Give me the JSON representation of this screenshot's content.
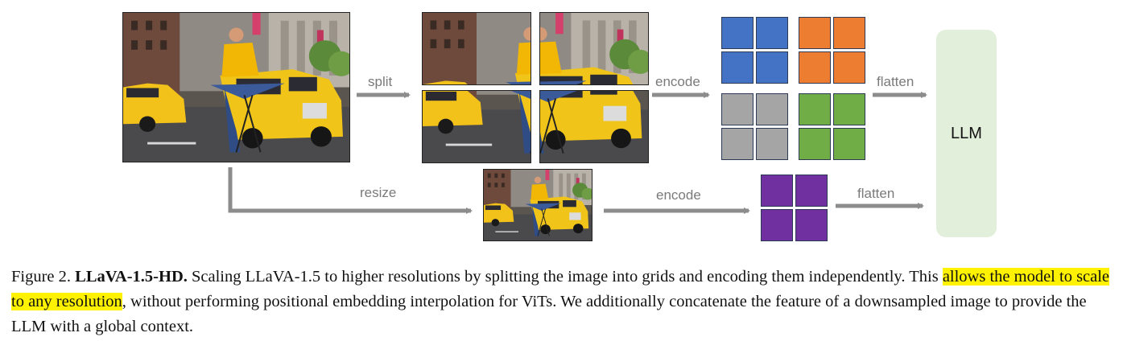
{
  "diagram": {
    "labels": {
      "split": "split",
      "encode_top": "encode",
      "flatten_top": "flatten",
      "resize": "resize",
      "encode_bottom": "encode",
      "flatten_bottom": "flatten",
      "llm": "LLM"
    },
    "colors": {
      "arrow": "#8c8c8c",
      "tile_blue": "#4472c4",
      "tile_orange": "#ed7d31",
      "tile_gray": "#a5a5a5",
      "tile_green": "#70ad47",
      "tile_purple": "#7030a0",
      "llm_box": "#e2efda",
      "highlight": "#fff200"
    },
    "images": {
      "original": "taxi-street-photo",
      "split_crops": [
        "taxi-photo-top-left",
        "taxi-photo-top-right",
        "taxi-photo-bottom-left",
        "taxi-photo-bottom-right"
      ],
      "resized": "taxi-photo-downsampled"
    }
  },
  "caption": {
    "prefix": "Figure 2.",
    "title": "LLaVA-1.5-HD.",
    "text_1": "Scaling LLaVA-1.5 to higher resolutions by splitting the image into grids and encoding them independently. This",
    "highlight": "allows the model to scale to any resolution",
    "text_2": ", without performing positional embedding interpolation for ViTs. We additionally concatenate the feature of a downsampled image to provide the LLM with a global context."
  }
}
